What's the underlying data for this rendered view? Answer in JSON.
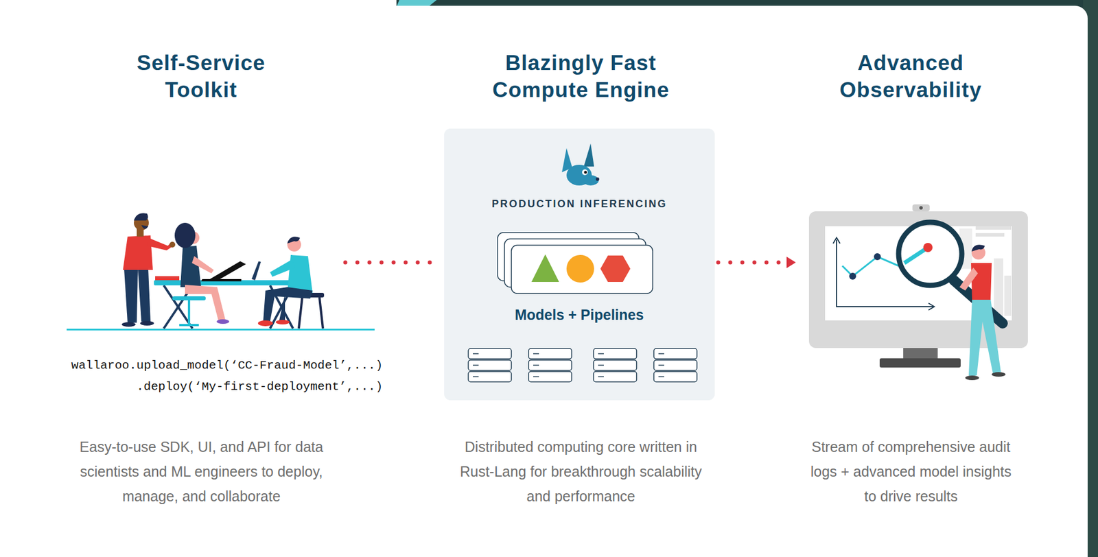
{
  "diagram": {
    "nodes": [
      {
        "text": [
          "Self-Service Toolkit",
          "Easy-to-use SDK, UI, and API for data scientists and ML engineers to deploy, manage, and collaborate"
        ]
      },
      {
        "text": [
          "Blazingly Fast Compute Engine",
          "Distributed computing core written in Rust-Lang for breakthrough scalability and performance"
        ]
      },
      {
        "text": [
          "PRODUCTION INFERENCING",
          "Models + Pipelines"
        ],
        "in": 1
      },
      {
        "text": [
          "Advanced Observability",
          "Stream of comprehensive audit logs + advanced model insights to drive results"
        ]
      }
    ],
    "edges": [
      {
        "from": 0,
        "to": 2,
        "arrow": "none"
      },
      {
        "from": 2,
        "to": 3,
        "arrow": "to"
      }
    ],
    "labels": [
      "wallaroo.upload_model(‘CC-Fraud-Model’,...)",
      ".deploy(‘My-first-deployment’,...)"
    ]
  }
}
